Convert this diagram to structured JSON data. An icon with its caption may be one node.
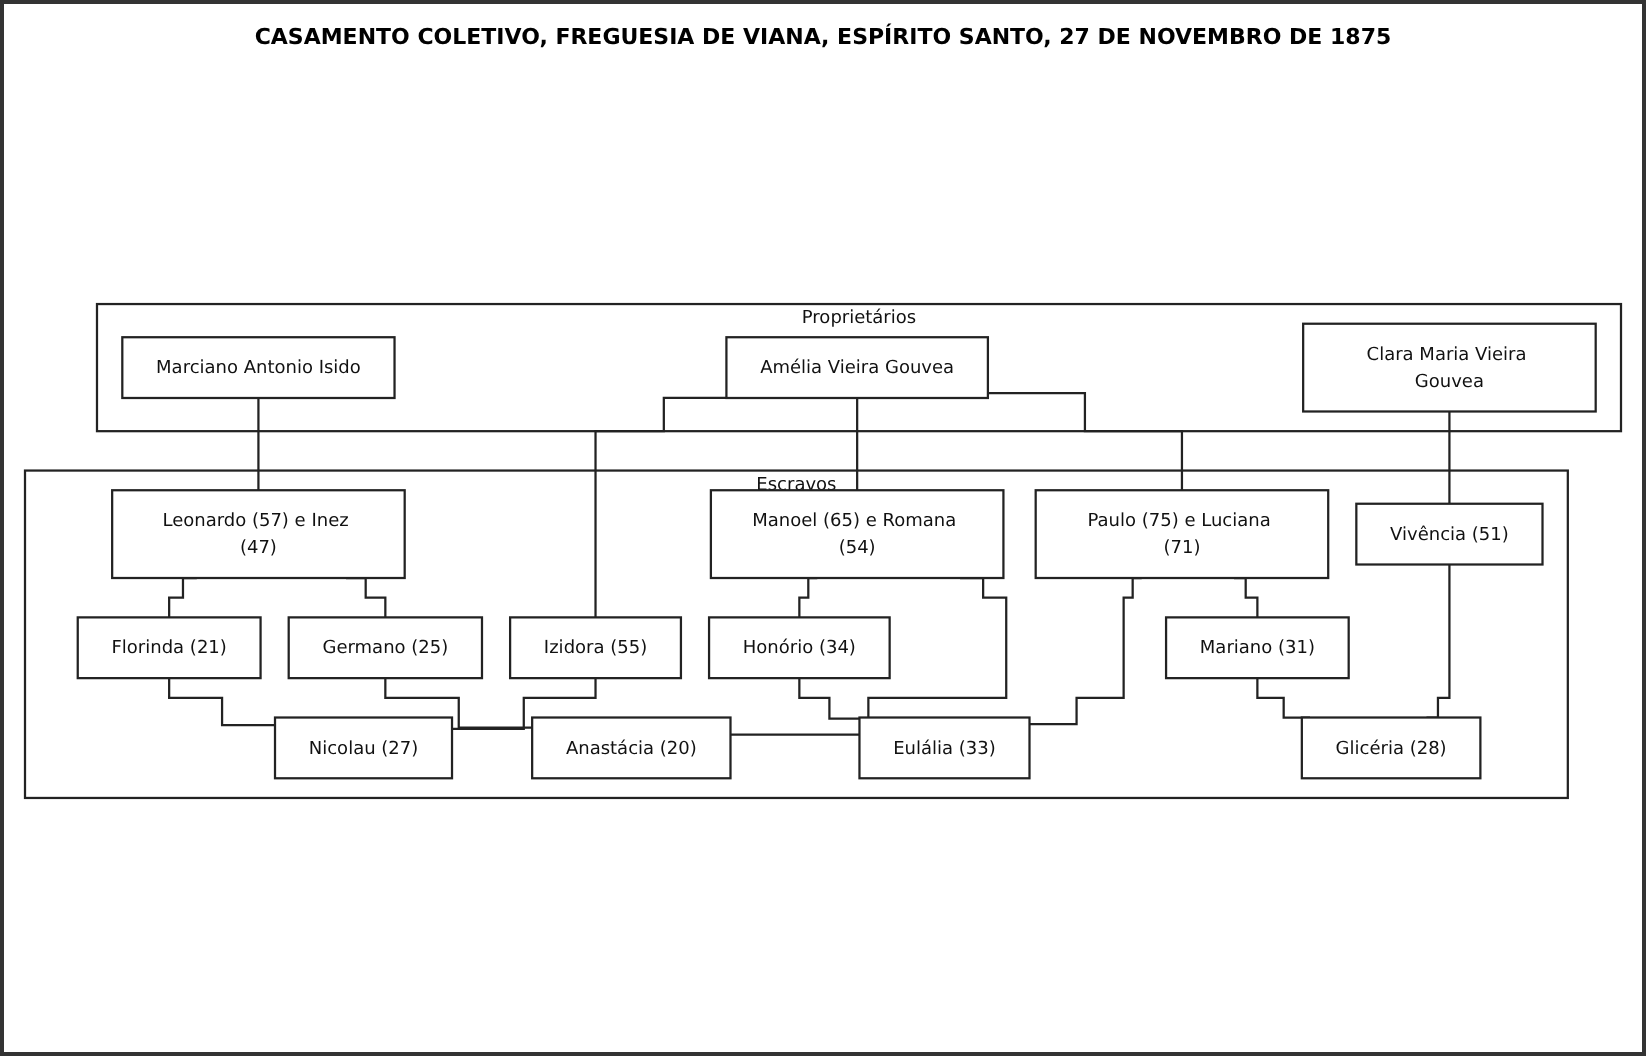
{
  "diagram": {
    "title": "CASAMENTO COLETIVO, FREGUESIA DE VIANA, ESPÍRITO SANTO, 27 DE NOVEMBRO DE 1875",
    "nodes": [
      {
        "text": [
          "Proprietários"
        ]
      },
      {
        "text": [
          "Marciano Antonio Isido"
        ],
        "in": 0
      },
      {
        "text": [
          "Amélia Vieira Gouvea"
        ],
        "in": 0
      },
      {
        "text": [
          "Clara Maria Vieira Gouvea"
        ],
        "in": 0
      },
      {
        "text": [
          "Escravos"
        ]
      },
      {
        "text": [
          "Leonardo (57) e Inez (47)"
        ],
        "in": 4
      },
      {
        "text": [
          "Izidora (55)"
        ],
        "in": 4
      },
      {
        "text": [
          "Manoel (65) e Romana (54)"
        ],
        "in": 4
      },
      {
        "text": [
          "Paulo (75) e Luciana (71)"
        ],
        "in": 4
      },
      {
        "text": [
          "Vivência (51)"
        ],
        "in": 4
      },
      {
        "text": [
          "Florinda (21)"
        ],
        "in": 4
      },
      {
        "text": [
          "Nicolau (27)"
        ],
        "in": 4
      },
      {
        "text": [
          "Honório (34)"
        ],
        "in": 4
      },
      {
        "text": [
          "Eulália (33)"
        ],
        "in": 4
      },
      {
        "text": [
          "Germano (25)"
        ],
        "in": 4
      },
      {
        "text": [
          "Anastácia (20)"
        ],
        "in": 4
      },
      {
        "text": [
          "Mariano (31)"
        ],
        "in": 4
      },
      {
        "text": [
          "Glicéria (28)"
        ],
        "in": 4
      }
    ],
    "edges": [
      {
        "from": 1,
        "to": 5,
        "arrow": "none"
      },
      {
        "from": 2,
        "to": 6,
        "arrow": "none"
      },
      {
        "from": 2,
        "to": 7,
        "arrow": "none"
      },
      {
        "from": 2,
        "to": 8,
        "arrow": "none"
      },
      {
        "from": 3,
        "to": 9,
        "arrow": "none"
      },
      {
        "from": 5,
        "to": 10,
        "arrow": "none"
      },
      {
        "from": 5,
        "to": 14,
        "arrow": "none"
      },
      {
        "from": 6,
        "to": 11,
        "arrow": "none"
      },
      {
        "from": 10,
        "to": 11,
        "arrow": "none"
      },
      {
        "from": 7,
        "to": 12,
        "arrow": "none"
      },
      {
        "from": 7,
        "to": 15,
        "arrow": "none"
      },
      {
        "from": 14,
        "to": 15,
        "arrow": "none"
      },
      {
        "from": 8,
        "to": 13,
        "arrow": "none"
      },
      {
        "from": 12,
        "to": 13,
        "arrow": "none"
      },
      {
        "from": 8,
        "to": 16,
        "arrow": "none"
      },
      {
        "from": 9,
        "to": 17,
        "arrow": "none"
      },
      {
        "from": 16,
        "to": 17,
        "arrow": "none"
      }
    ]
  }
}
